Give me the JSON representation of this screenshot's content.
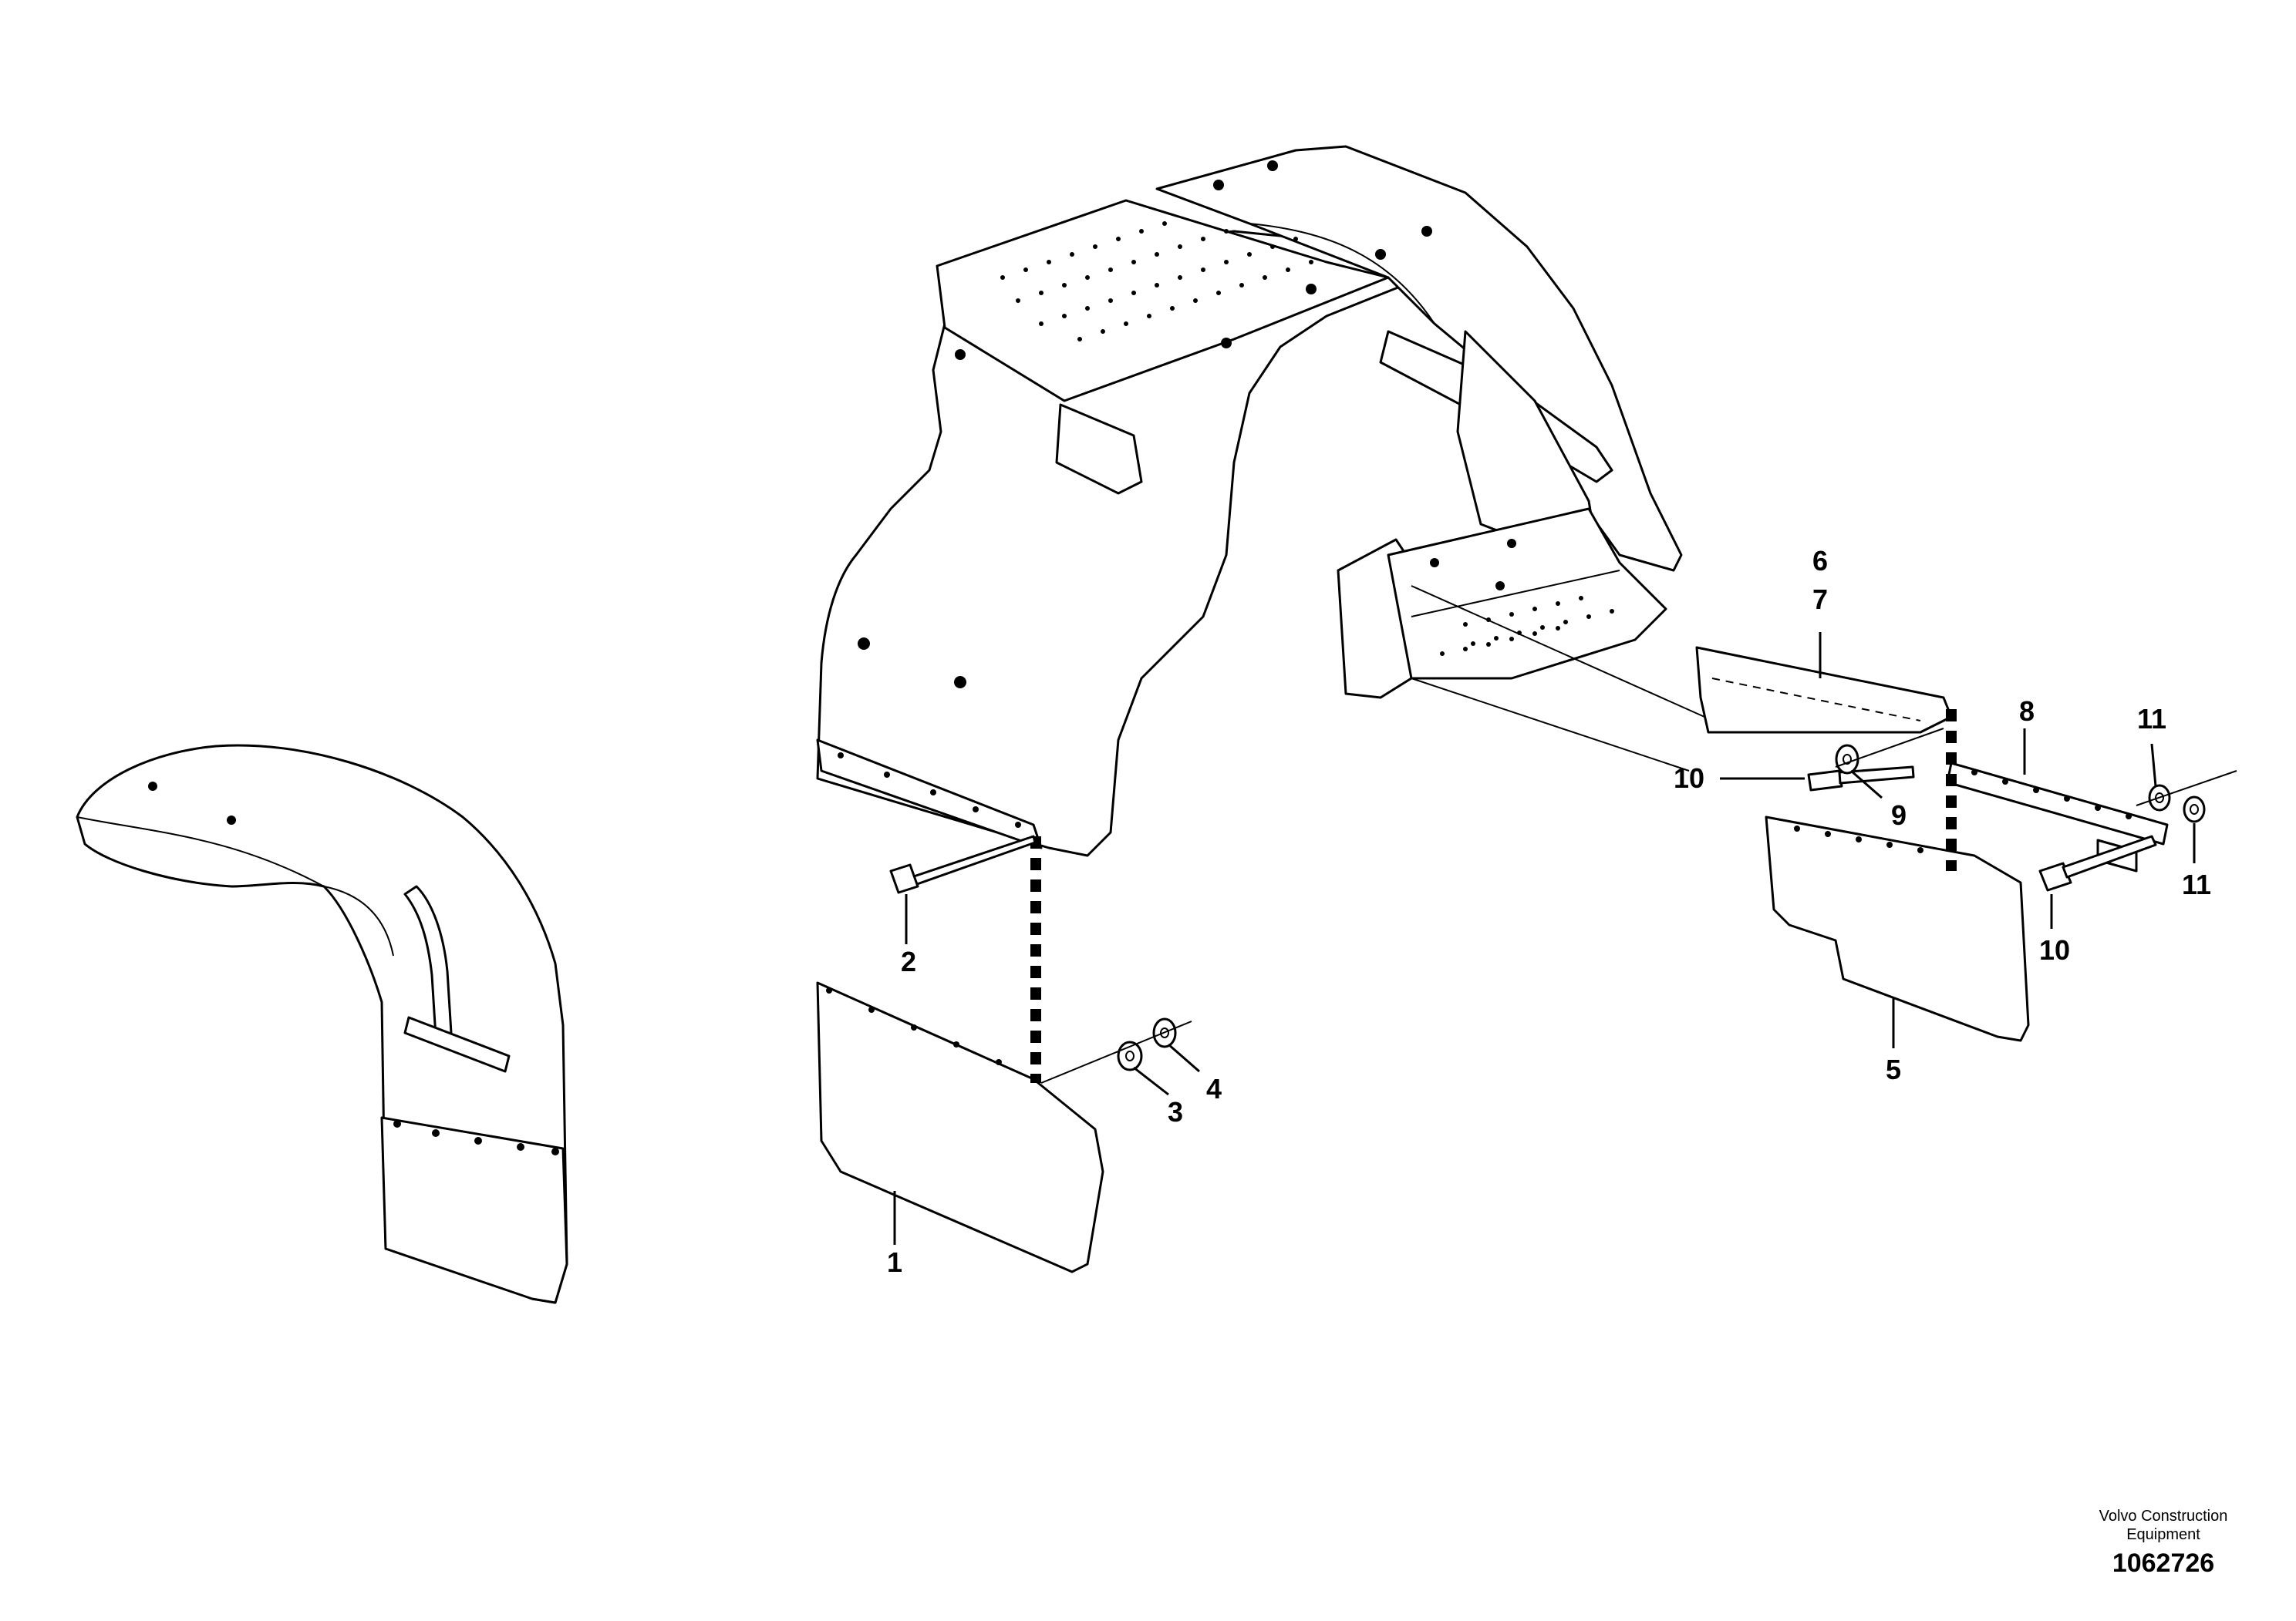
{
  "callouts": [
    {
      "id": "1",
      "text": "1"
    },
    {
      "id": "2",
      "text": "2"
    },
    {
      "id": "3",
      "text": "3"
    },
    {
      "id": "4",
      "text": "4"
    },
    {
      "id": "5",
      "text": "5"
    },
    {
      "id": "6",
      "text": "6"
    },
    {
      "id": "7",
      "text": "7"
    },
    {
      "id": "8",
      "text": "8"
    },
    {
      "id": "9",
      "text": "9"
    },
    {
      "id": "10a",
      "text": "10"
    },
    {
      "id": "10b",
      "text": "10"
    },
    {
      "id": "11a",
      "text": "11"
    },
    {
      "id": "11b",
      "text": "11"
    }
  ],
  "footer": {
    "manufacturer_line1": "Volvo Construction",
    "manufacturer_line2": "Equipment",
    "document_number": "1062726"
  }
}
